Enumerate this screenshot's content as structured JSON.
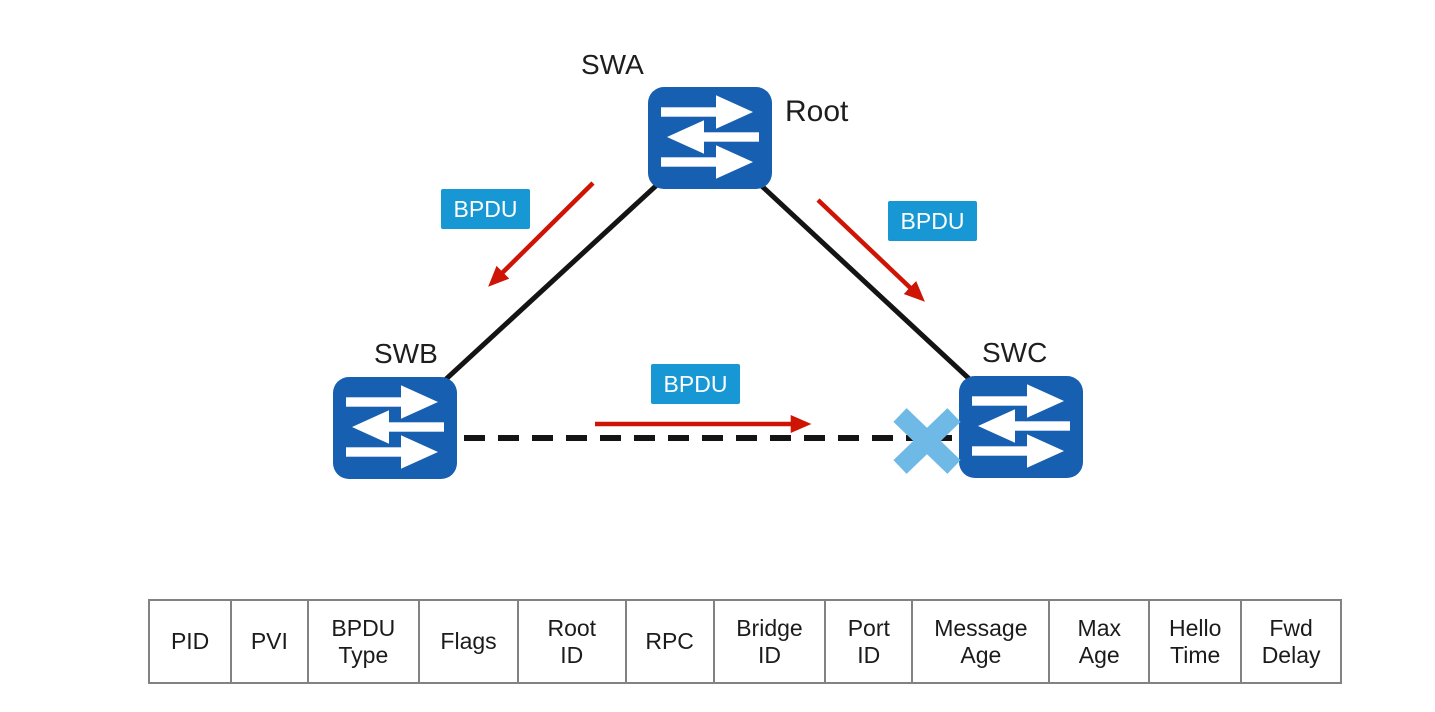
{
  "diagram": {
    "node_labels": {
      "swa": "SWA",
      "swa_role": "Root",
      "swb": "SWB",
      "swc": "SWC"
    },
    "bpdu_labels": {
      "left": "BPDU",
      "right": "BPDU",
      "middle": "BPDU"
    },
    "links": [
      {
        "from": "SWA",
        "to": "SWB",
        "style": "solid",
        "flow": "BPDU",
        "direction": "down-left"
      },
      {
        "from": "SWA",
        "to": "SWC",
        "style": "solid",
        "flow": "BPDU",
        "direction": "down-right"
      },
      {
        "from": "SWB",
        "to": "SWC",
        "style": "dashed",
        "flow": "BPDU",
        "direction": "right",
        "blocked_at": "SWC"
      }
    ],
    "colors": {
      "switch_blue": "#175fb0",
      "bpdu_badge_blue": "#1797d4",
      "arrow_red": "#ce1505",
      "blocked_x_blue": "#6fb9e7",
      "link_black": "#141414",
      "table_border_gray": "#828282"
    }
  },
  "bpdu_table": {
    "fields": [
      {
        "line1": "PID",
        "line2": ""
      },
      {
        "line1": "PVI",
        "line2": ""
      },
      {
        "line1": "BPDU",
        "line2": "Type"
      },
      {
        "line1": "Flags",
        "line2": ""
      },
      {
        "line1": "Root",
        "line2": "ID"
      },
      {
        "line1": "RPC",
        "line2": ""
      },
      {
        "line1": "Bridge",
        "line2": "ID"
      },
      {
        "line1": "Port",
        "line2": "ID"
      },
      {
        "line1": "Message",
        "line2": "Age"
      },
      {
        "line1": "Max",
        "line2": "Age"
      },
      {
        "line1": "Hello",
        "line2": "Time"
      },
      {
        "line1": "Fwd",
        "line2": "Delay"
      }
    ]
  }
}
